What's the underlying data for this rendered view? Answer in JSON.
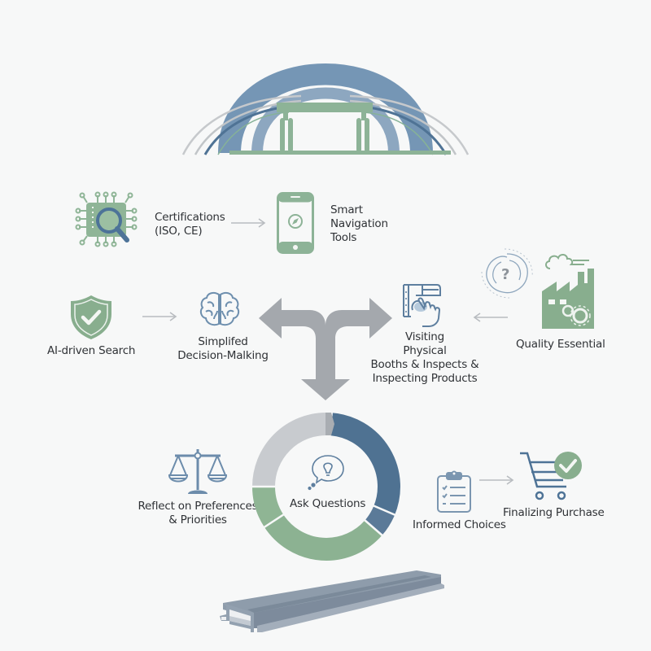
{
  "diagram": {
    "colors": {
      "blue": "#6e8fae",
      "dark_blue": "#4a6e8e",
      "green": "#88ae8e",
      "gray": "#a9adb2",
      "light_gray": "#c9ccd0",
      "text": "#2f3236",
      "background": "#f7f8f8"
    },
    "header_icon": "arch-gateway-icon",
    "nodes": {
      "certifications": {
        "label_line1": "Certifications",
        "label_line2": "(ISO, CE)",
        "icon": "chip-magnifier-icon"
      },
      "smart_navigation": {
        "label_line1": "Smart",
        "label_line2": "Navigation",
        "label_line3": "Tools",
        "icon": "smartphone-compass-icon"
      },
      "ai_search": {
        "label": "AI-driven Search",
        "icon": "shield-check-icon"
      },
      "simplified_decision": {
        "label_line1": "Simplifed",
        "label_line2": "Decision-Malking",
        "icon": "brain-icon"
      },
      "visiting_booths": {
        "label_line1": "Visiting",
        "label_line2": "Physical",
        "label_line3": "Booths & Inspects &",
        "label_line4": "Inspecting Products",
        "icon": "hand-touch-tablet-icon"
      },
      "quality_essential": {
        "label": "Quality Essential",
        "icons": [
          "question-swirl-icon",
          "factory-gears-icon"
        ]
      },
      "reflect": {
        "label_line1": "Reflect on Preferences",
        "label_line2": "& Priorities",
        "icon": "balance-scale-icon"
      },
      "ask_questions": {
        "label": "Ask Questions",
        "icon": "lightbulb-thought-icon"
      },
      "informed_choices": {
        "label": "Informed Choices",
        "icon": "checklist-clipboard-icon"
      },
      "finalizing_purchase": {
        "label": "Finalizing Purchase",
        "icon": "cart-check-icon"
      }
    },
    "central_connector": "three-way-arrow-icon",
    "footer_icon": "aluminum-profile-icon",
    "ring_segments": [
      {
        "name": "dark-blue",
        "color": "#4f7292",
        "start_deg": 5,
        "end_deg": 113
      },
      {
        "name": "dark-blue-small",
        "color": "#5b7a98",
        "start_deg": 113,
        "end_deg": 131
      },
      {
        "name": "green-large",
        "color": "#8cb292",
        "start_deg": 131,
        "end_deg": 237
      },
      {
        "name": "green-small",
        "color": "#8db393",
        "start_deg": 237,
        "end_deg": 270
      },
      {
        "name": "gray",
        "color": "#c8cbcf",
        "start_deg": 270,
        "end_deg": 360
      },
      {
        "name": "gray-notch",
        "color": "#a9adb2",
        "start_deg": 0,
        "end_deg": 5
      }
    ]
  }
}
